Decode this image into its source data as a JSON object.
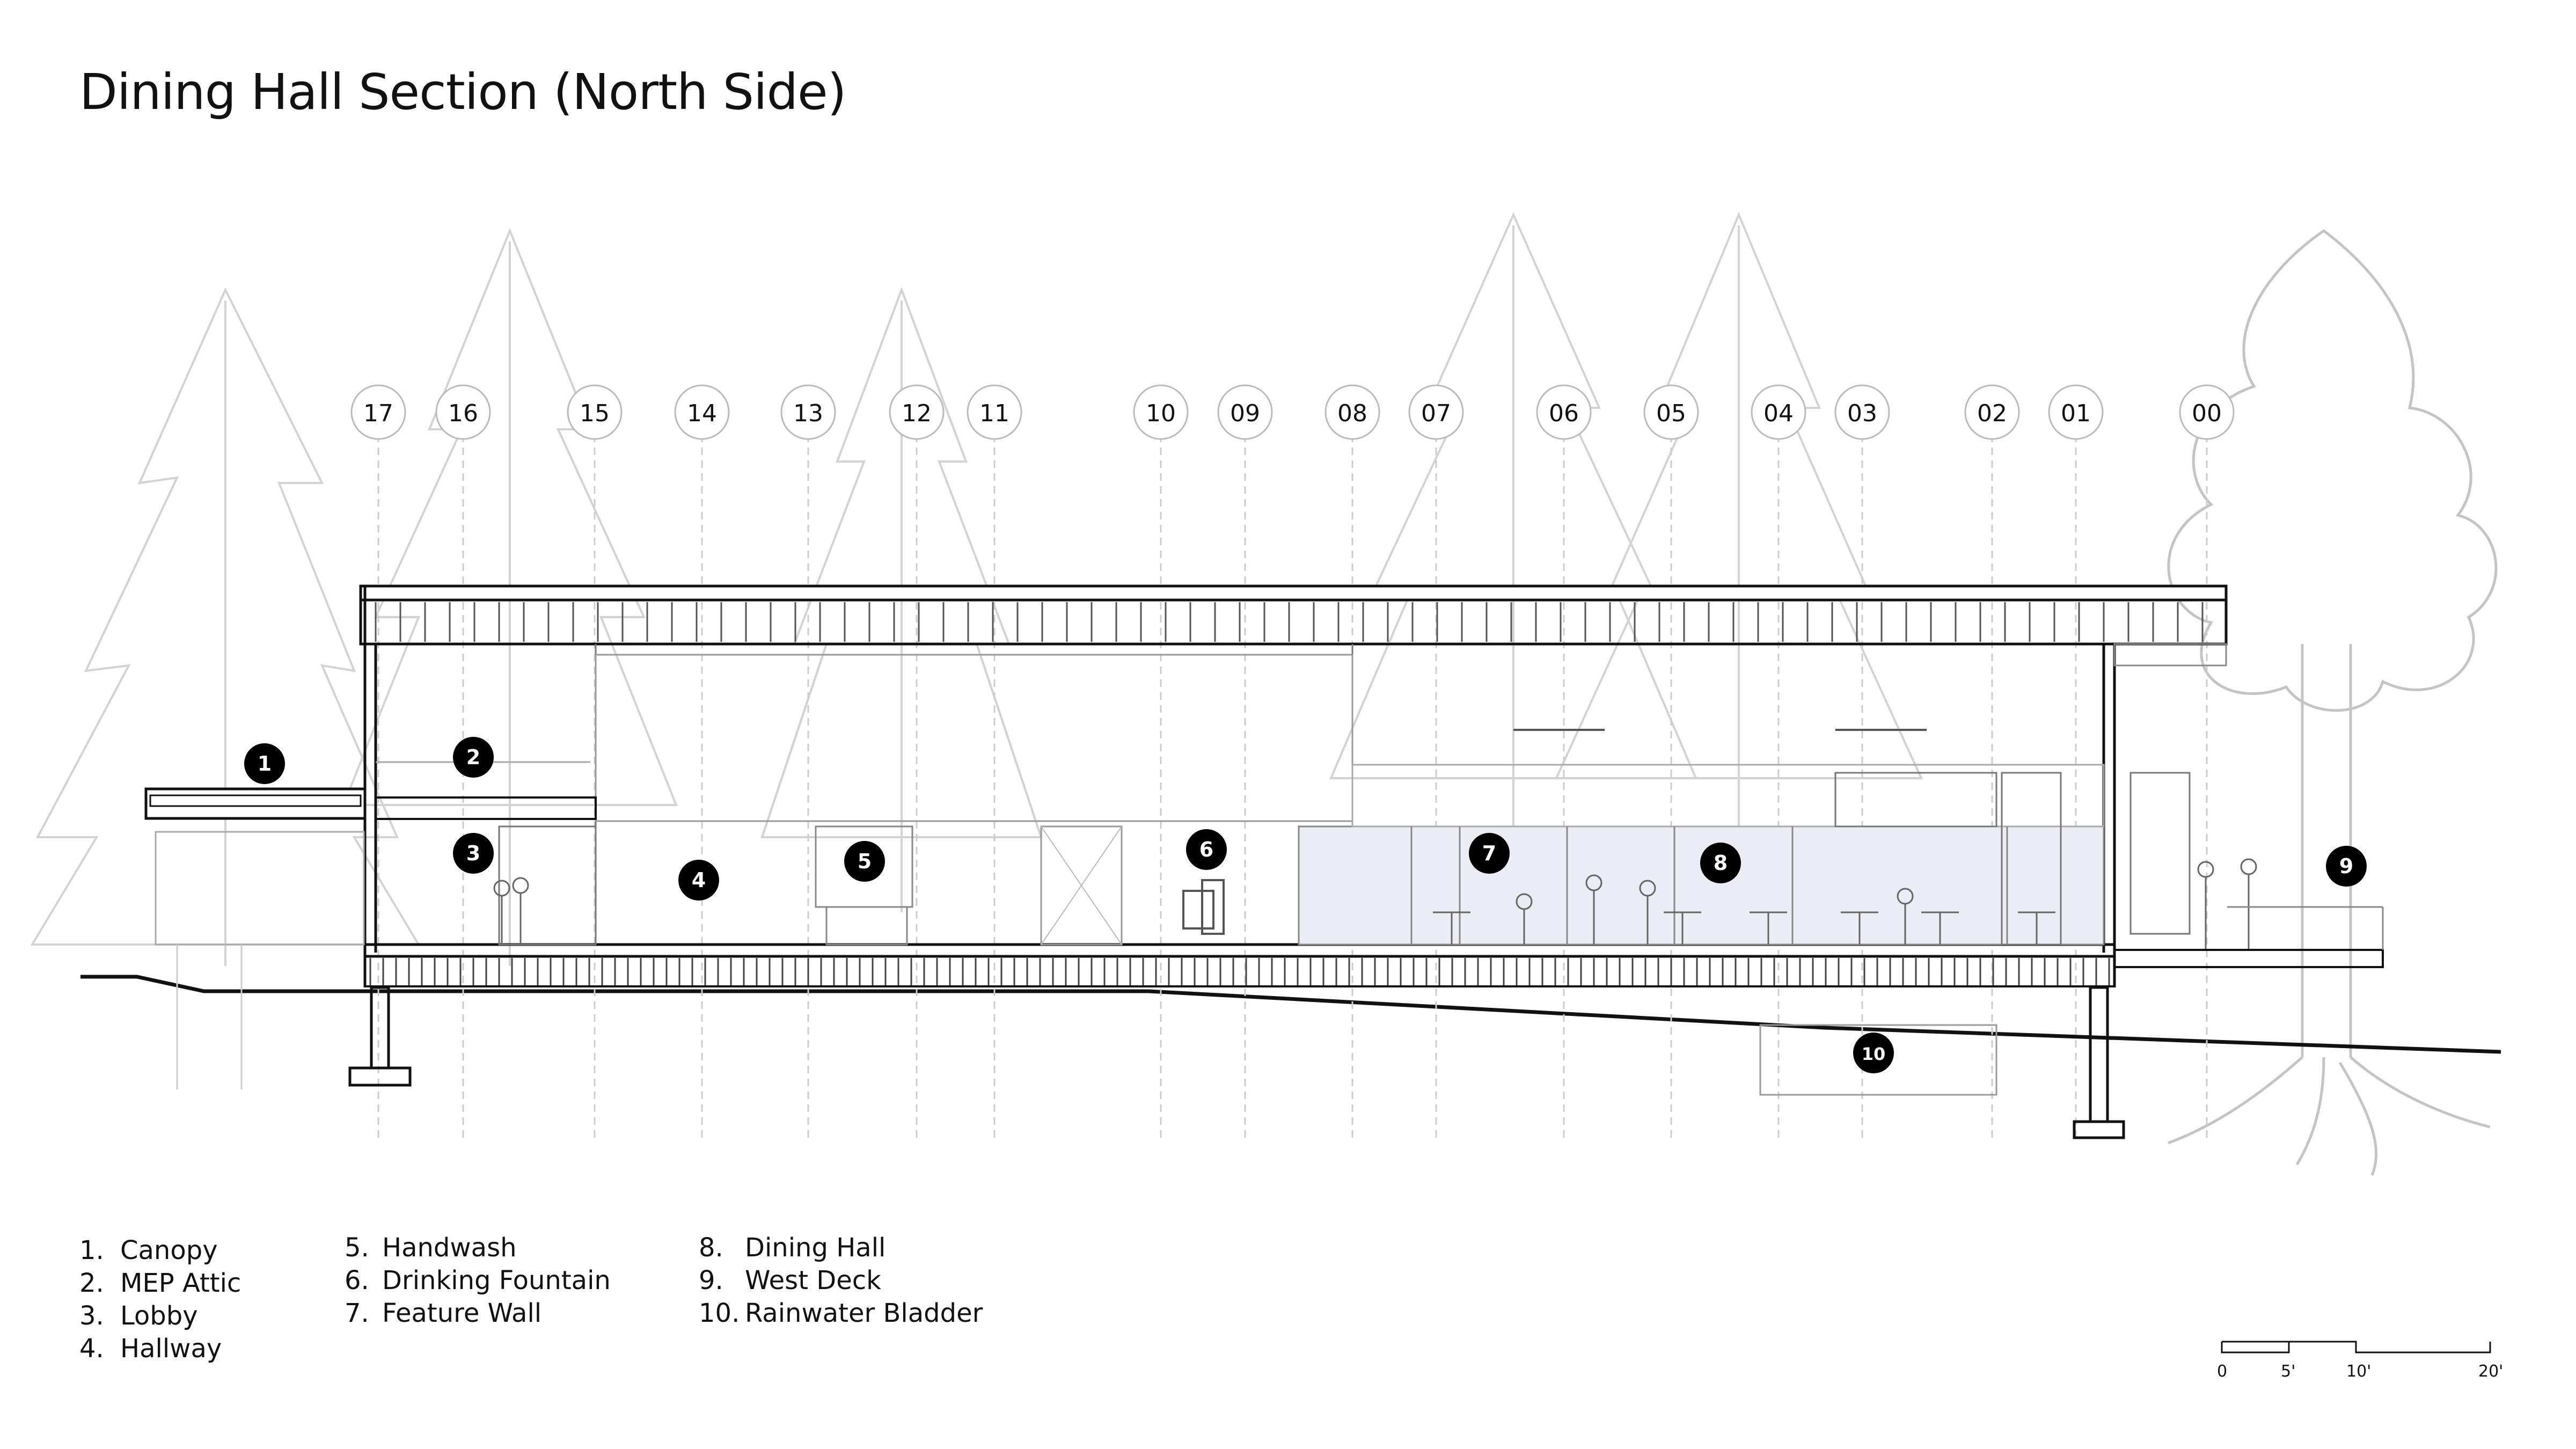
{
  "title": "Dining Hall Section (North Side)",
  "gridlines": [
    "17",
    "16",
    "15",
    "14",
    "13",
    "12",
    "11",
    "10",
    "09",
    "08",
    "07",
    "06",
    "05",
    "04",
    "03",
    "02",
    "01",
    "00"
  ],
  "tags": [
    "1",
    "2",
    "3",
    "4",
    "5",
    "6",
    "7",
    "8",
    "9",
    "10"
  ],
  "legend": [
    {
      "num": "1.",
      "label": "Canopy"
    },
    {
      "num": "2.",
      "label": "MEP Attic"
    },
    {
      "num": "3.",
      "label": "Lobby"
    },
    {
      "num": "4.",
      "label": "Hallway"
    },
    {
      "num": "5.",
      "label": "Handwash"
    },
    {
      "num": "6.",
      "label": "Drinking Fountain"
    },
    {
      "num": "7.",
      "label": "Feature Wall"
    },
    {
      "num": "8.",
      "label": "Dining Hall"
    },
    {
      "num": "9.",
      "label": "West Deck"
    },
    {
      "num": "10.",
      "label": "Rainwater Bladder"
    }
  ],
  "scale": [
    "0",
    "5'",
    "10'",
    "20'"
  ],
  "colors": {
    "line": "#111111",
    "light": "#bdbdbd",
    "tree": "#cfcfcf",
    "tag_fill": "#000000",
    "glass": "#ececf4"
  }
}
